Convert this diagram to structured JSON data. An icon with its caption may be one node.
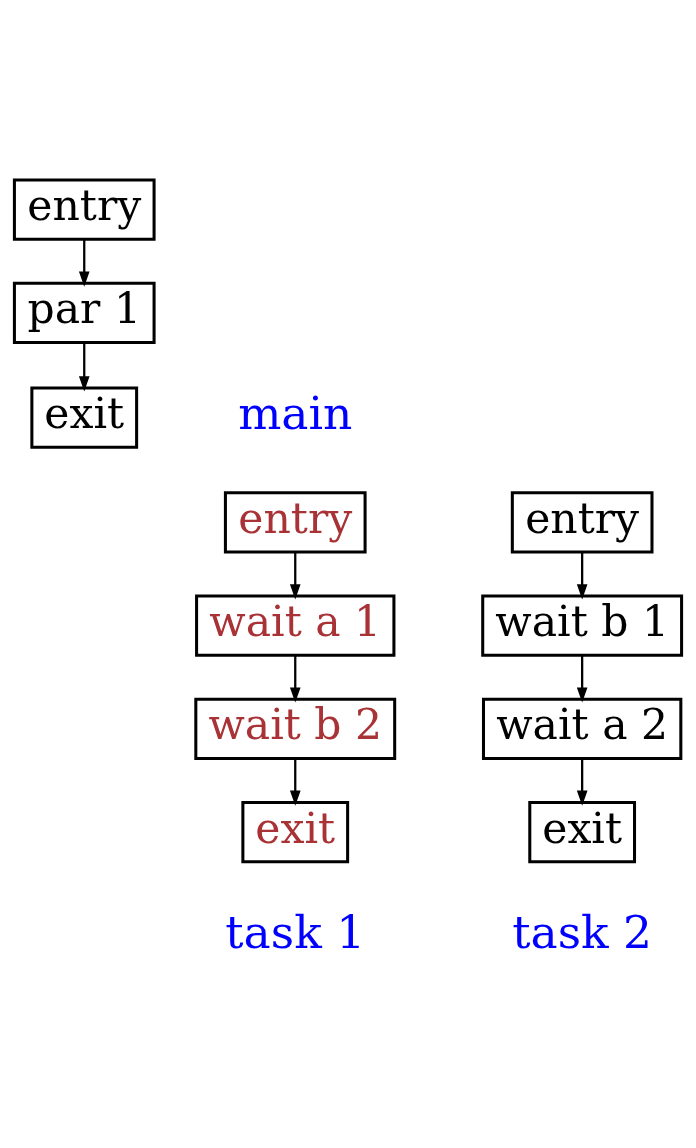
{
  "diagram": {
    "nodes": [
      {
        "text": [
          "entry"
        ]
      },
      {
        "text": [
          "par 1"
        ]
      },
      {
        "text": [
          "exit"
        ]
      },
      {
        "text": [
          "entry"
        ]
      },
      {
        "text": [
          "wait a 1"
        ]
      },
      {
        "text": [
          "wait b 2"
        ]
      },
      {
        "text": [
          "exit"
        ]
      },
      {
        "text": [
          "entry"
        ]
      },
      {
        "text": [
          "wait b 1"
        ]
      },
      {
        "text": [
          "wait a 2"
        ]
      },
      {
        "text": [
          "exit"
        ]
      }
    ],
    "edges": [
      {
        "from": 0,
        "to": 1,
        "arrow": "to"
      },
      {
        "from": 1,
        "to": 2,
        "arrow": "to"
      },
      {
        "from": 3,
        "to": 4,
        "arrow": "to"
      },
      {
        "from": 4,
        "to": 5,
        "arrow": "to"
      },
      {
        "from": 5,
        "to": 6,
        "arrow": "to"
      },
      {
        "from": 7,
        "to": 8,
        "arrow": "to"
      },
      {
        "from": 8,
        "to": 9,
        "arrow": "to"
      },
      {
        "from": 9,
        "to": 10,
        "arrow": "to"
      }
    ],
    "labels": [
      "main",
      "task 1",
      "task 2"
    ]
  }
}
